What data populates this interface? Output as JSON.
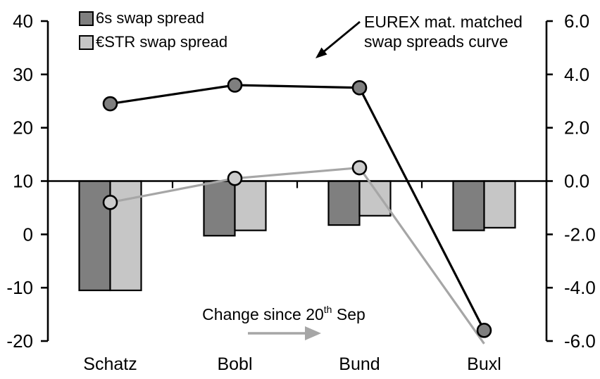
{
  "legend": {
    "items": [
      {
        "id": "6s",
        "label": "6s swap spread",
        "swatch_color": "#7f7f7f"
      },
      {
        "id": "estr",
        "label": "€STR swap spread",
        "swatch_color": "#c6c6c6"
      }
    ]
  },
  "annotation": {
    "line1": "EUREX mat. matched",
    "line2": "swap spreads curve"
  },
  "change_note": {
    "text_prefix": "Change since 20",
    "superscript": "th",
    "text_suffix": " Sep",
    "arrow_color": "#a6a6a6"
  },
  "chart_data": {
    "type": "combo (bars + lines, dual axis)",
    "categories": [
      "Schatz",
      "Bobl",
      "Bund",
      "Buxl"
    ],
    "left_axis": {
      "min": -20,
      "max": 40,
      "ticks": [
        40,
        30,
        20,
        10,
        0,
        -10,
        -20
      ],
      "note": "levels in bp, line series"
    },
    "right_axis": {
      "min": -6,
      "max": 6,
      "ticks": [
        6.0,
        4.0,
        2.0,
        0.0,
        -2.0,
        -4.0,
        -6.0
      ],
      "decimals": 1,
      "note": "change since 20th Sep in bp, bar series"
    },
    "zero_line_left_value": 10,
    "bar_series": [
      {
        "id": "6s-change",
        "name": "6s swap spread (change since 20th Sep)",
        "axis": "right",
        "color": "#7f7f7f",
        "values": [
          -4.1,
          -2.05,
          -1.65,
          -1.85
        ]
      },
      {
        "id": "estr-change",
        "name": "€STR swap spread (change since 20th Sep)",
        "axis": "right",
        "color": "#c6c6c6",
        "values": [
          -4.1,
          -1.85,
          -1.3,
          -1.75
        ]
      }
    ],
    "line_series": [
      {
        "id": "estr-curve",
        "name": "€STR swap spread curve (EUREX mat. matched)",
        "axis": "left",
        "color": "#a6a6a6",
        "marker_fill": "#cccccc",
        "values": [
          6.0,
          10.5,
          12.5,
          -20.5
        ],
        "markers": [
          true,
          true,
          true,
          false
        ]
      },
      {
        "id": "6s-curve",
        "name": "6s swap spread curve (EUREX mat. matched)",
        "axis": "left",
        "color": "#000000",
        "marker_fill": "#7f7f7f",
        "values": [
          24.5,
          28.0,
          27.5,
          -18.0
        ],
        "markers": [
          true,
          true,
          true,
          true
        ]
      }
    ]
  }
}
